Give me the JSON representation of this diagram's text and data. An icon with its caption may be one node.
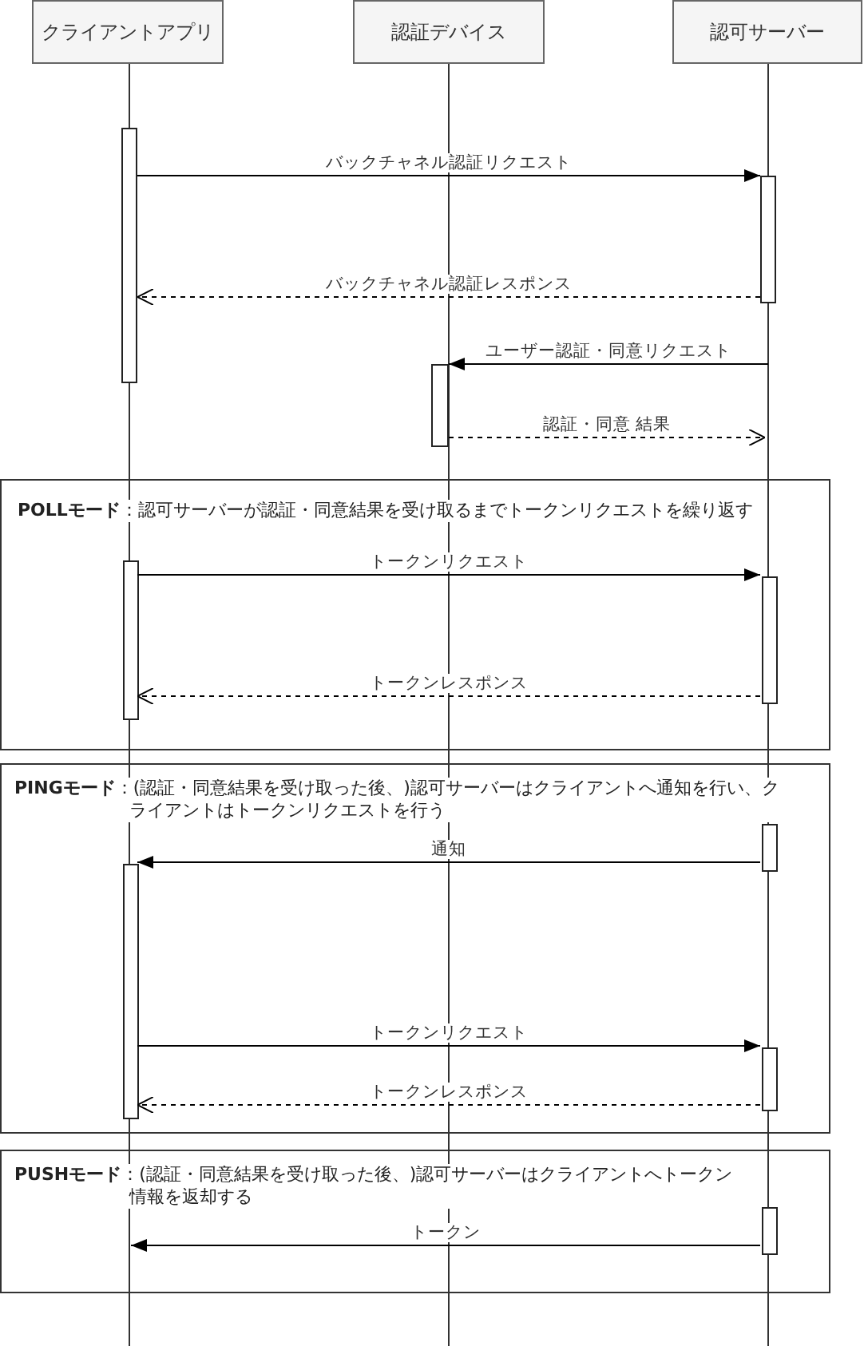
{
  "diagram": {
    "nodes": [
      {
        "text": [
          "クライアントアプリ"
        ]
      },
      {
        "text": [
          "認証デバイス"
        ]
      },
      {
        "text": [
          "認可サーバー"
        ]
      },
      {
        "text": [
          "**POLLモード**：認可サーバーが認証・同意結果を受け取るまでトークンリクエストを繰り返す"
        ]
      },
      {
        "text": [
          "**PINGモード**：(認証・同意結果を受け取った後、)認可サーバーはクライアントへ通知を行い、クライアントはトークンリクエストを行う"
        ]
      },
      {
        "text": [
          "**PUSHモード**：(認証・同意結果を受け取った後、)認可サーバーはクライアントへトークン情報を返却する"
        ]
      },
      {
        "text": [],
        "shape": "bar"
      },
      {
        "text": [],
        "shape": "bar"
      },
      {
        "text": [],
        "shape": "bar"
      },
      {
        "text": [],
        "shape": "bar",
        "in": 3
      },
      {
        "text": [],
        "shape": "bar",
        "in": 3
      },
      {
        "text": [],
        "shape": "bar",
        "in": 4
      },
      {
        "text": [],
        "shape": "bar",
        "in": 4
      },
      {
        "text": [],
        "shape": "bar",
        "in": 4
      },
      {
        "text": [],
        "shape": "bar",
        "in": 5
      }
    ],
    "edges": [
      {
        "from": 6,
        "to": 7,
        "arrow": "to",
        "label": "バックチャネル認証リクエスト"
      },
      {
        "from": 7,
        "to": 6,
        "arrow": "to",
        "style": "dashed",
        "label": "バックチャネル認証レスポンス"
      },
      {
        "from": null,
        "to": 8,
        "arrow": "to",
        "label": "ユーザー認証・同意リクエスト"
      },
      {
        "from": 8,
        "to": null,
        "arrow": "to",
        "style": "dashed",
        "label": "認証・同意 結果"
      },
      {
        "from": 9,
        "to": 10,
        "arrow": "to",
        "label": "トークンリクエスト"
      },
      {
        "from": 10,
        "to": 9,
        "arrow": "to",
        "style": "dashed",
        "label": "トークンレスポンス"
      },
      {
        "from": 11,
        "to": 12,
        "arrow": "to",
        "label": "通知"
      },
      {
        "from": 12,
        "to": 13,
        "arrow": "to",
        "label": "トークンリクエスト"
      },
      {
        "from": 13,
        "to": 12,
        "arrow": "to",
        "style": "dashed",
        "label": "トークンレスポンス"
      },
      {
        "from": 14,
        "to": null,
        "arrow": "to",
        "label": "トークン"
      }
    ]
  }
}
